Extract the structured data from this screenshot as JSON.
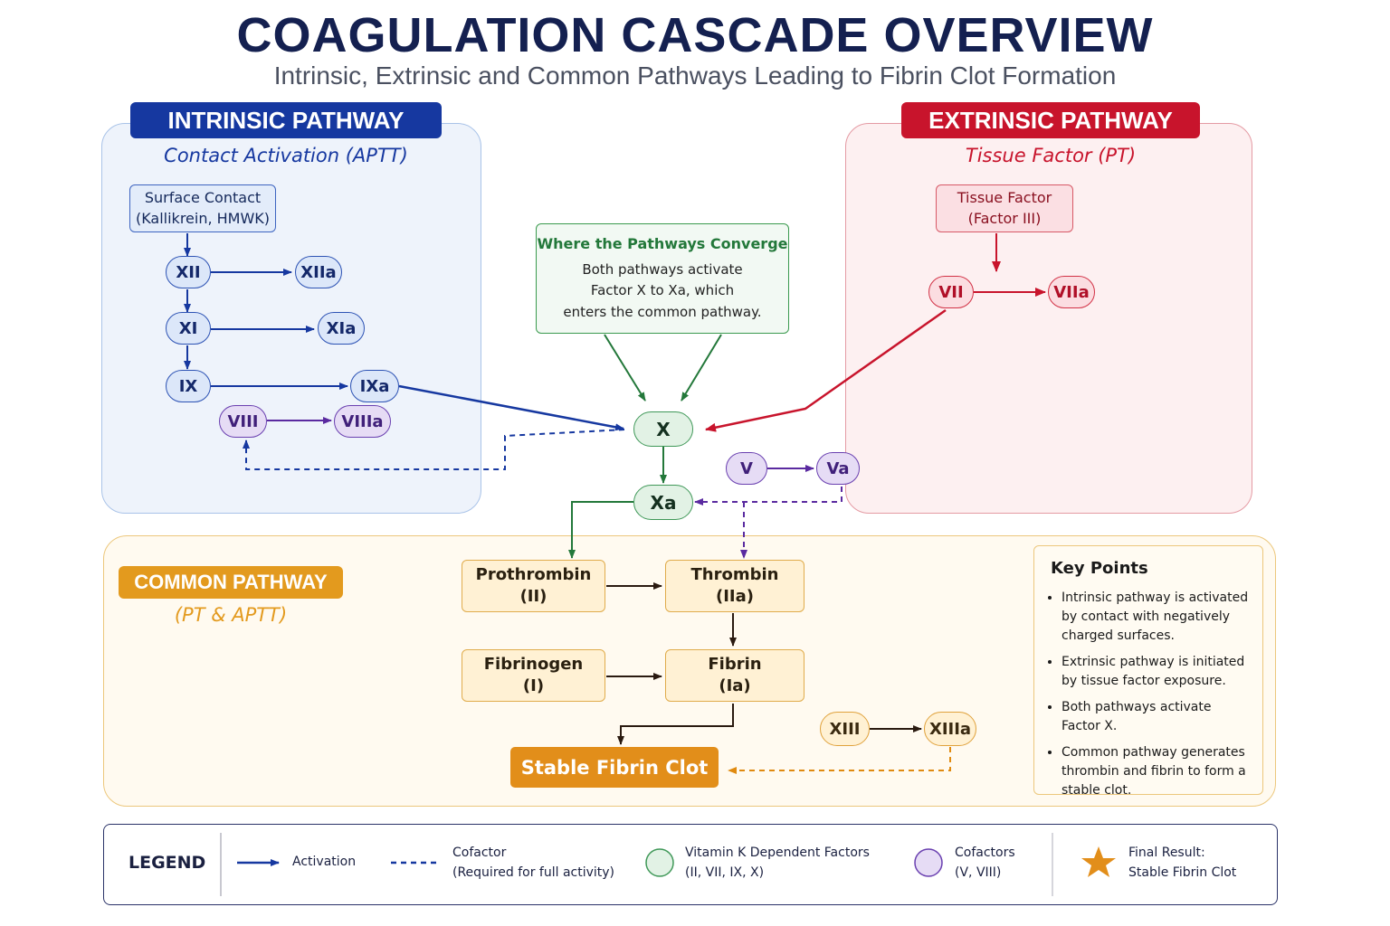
{
  "header": {
    "title": "COAGULATION CASCADE OVERVIEW",
    "subtitle": "Intrinsic, Extrinsic and Common Pathways Leading to Fibrin Clot Formation"
  },
  "intrinsic": {
    "title": "INTRINSIC PATHWAY",
    "subtitle": "Contact Activation (APTT)",
    "start_line1": "Surface Contact",
    "start_line2": "(Kallikrein, HMWK)",
    "factors": {
      "xii": "XII",
      "xiia": "XIIa",
      "xi": "XI",
      "xia": "XIa",
      "ix": "IX",
      "ixa": "IXa",
      "viii": "VIII",
      "viiia": "VIIIa"
    }
  },
  "extrinsic": {
    "title": "EXTRINSIC PATHWAY",
    "subtitle": "Tissue Factor (PT)",
    "start_line1": "Tissue Factor",
    "start_line2": "(Factor III)",
    "factors": {
      "vii": "VII",
      "viia": "VIIa"
    }
  },
  "convergence": {
    "title": "Where the Pathways Converge",
    "line1": "Both pathways activate",
    "line2": "Factor X to Xa, which",
    "line3": "enters the common pathway."
  },
  "common": {
    "title": "COMMON PATHWAY",
    "subtitle": "(PT & APTT)",
    "factors": {
      "x": "X",
      "xa": "Xa",
      "v": "V",
      "va": "Va",
      "xiii": "XIII",
      "xiiia": "XIIIa"
    },
    "prothrombin": {
      "line1": "Prothrombin",
      "line2": "(II)"
    },
    "thrombin": {
      "line1": "Thrombin",
      "line2": "(IIa)"
    },
    "fibrinogen": {
      "line1": "Fibrinogen",
      "line2": "(I)"
    },
    "fibrin": {
      "line1": "Fibrin",
      "line2": "(Ia)"
    },
    "result": "Stable Fibrin Clot"
  },
  "key_points": {
    "title": "Key Points",
    "items": [
      "Intrinsic pathway is activated by contact with negatively charged surfaces.",
      "Extrinsic pathway is initiated by tissue factor exposure.",
      "Both pathways activate Factor X.",
      "Common pathway generates thrombin and fibrin to form a stable clot."
    ]
  },
  "legend": {
    "title": "LEGEND",
    "activation": "Activation",
    "cofactor_line1": "Cofactor",
    "cofactor_line2": "(Required for full activity)",
    "vitk_line1": "Vitamin K Dependent Factors",
    "vitk_line2": "(II, VII, IX, X)",
    "cof_line1": "Cofactors",
    "cof_line2": "(V, VIII)",
    "final_line1": "Final Result:",
    "final_line2": "Stable Fibrin Clot"
  },
  "colors": {
    "intrinsic": "#1638a0",
    "extrinsic": "#c8142c",
    "common": "#e39a1e",
    "convergence": "#23783a",
    "cofactor": "#6a40b0"
  }
}
